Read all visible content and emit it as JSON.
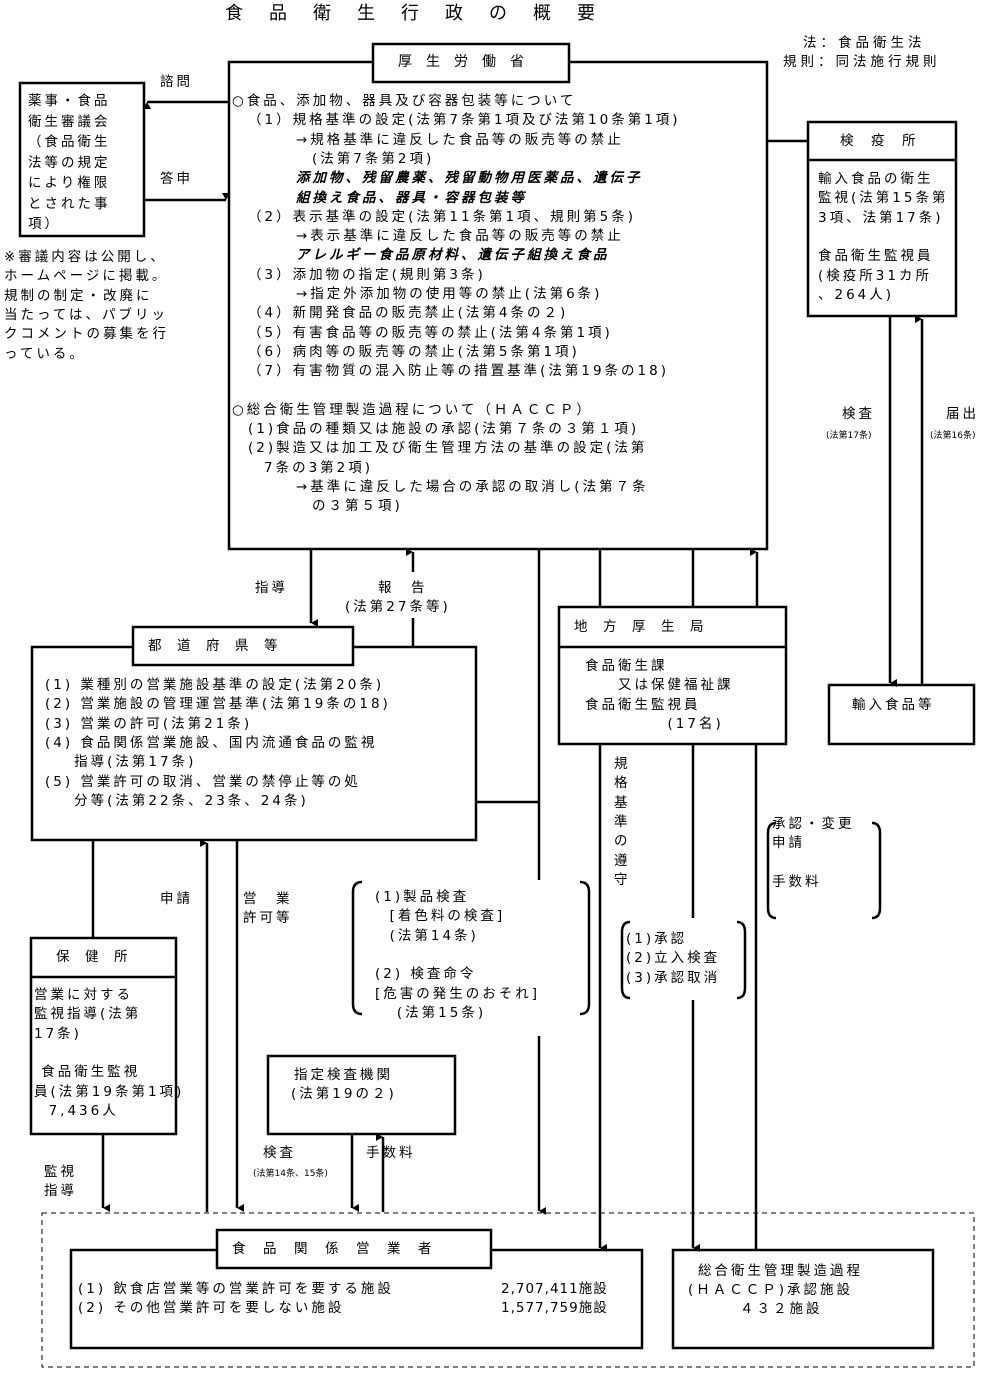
{
  "title": "食品衛生行政の概要",
  "legend": [
    "法：食品衛生法",
    "規則：同法施行規則"
  ],
  "mhlw": {
    "header": "厚生労働省",
    "lines": [
      {
        "text": "○食品、添加物、器具及び容器包装等について",
        "style": "normal",
        "indent": 0
      },
      {
        "text": "（1）規格基準の設定(法第7条第1項及び法第10条第1項)",
        "style": "normal",
        "indent": 1
      },
      {
        "text": "→規格基準に違反した食品等の販売等の禁止",
        "style": "normal",
        "indent": 4
      },
      {
        "text": "(法第7条第2項)",
        "style": "normal",
        "indent": 5
      },
      {
        "text": "添加物、残留農薬、残留動物用医薬品、遺伝子",
        "style": "italic",
        "indent": 4
      },
      {
        "text": "組換え食品、器具・容器包装等",
        "style": "italic",
        "indent": 4
      },
      {
        "text": "（2）表示基準の設定(法第11条第1項、規則第5条)",
        "style": "normal",
        "indent": 1
      },
      {
        "text": "→表示基準に違反した食品等の販売等の禁止",
        "style": "normal",
        "indent": 4
      },
      {
        "text": "アレルギー食品原材料、遺伝子組換え食品",
        "style": "italic",
        "indent": 4
      },
      {
        "text": "（3）添加物の指定(規則第3条)",
        "style": "normal",
        "indent": 1
      },
      {
        "text": "→指定外添加物の使用等の禁止(法第6条)",
        "style": "normal",
        "indent": 4
      },
      {
        "text": "（4）新開発食品の販売禁止(法第4条の２)",
        "style": "normal",
        "indent": 1
      },
      {
        "text": "（5）有害食品等の販売等の禁止(法第4条第1項)",
        "style": "normal",
        "indent": 1
      },
      {
        "text": "（6）病肉等の販売等の禁止(法第5条第1項)",
        "style": "normal",
        "indent": 1
      },
      {
        "text": "（7）有害物質の混入防止等の措置基準(法第19条の18)",
        "style": "normal",
        "indent": 1
      },
      {
        "text": "",
        "style": "normal",
        "indent": 0
      },
      {
        "text": "○総合衛生管理製造過程について（ＨＡＣＣＰ）",
        "style": "normal",
        "indent": 0
      },
      {
        "text": "(1)食品の種類又は施設の承認(法第７条の３第１項)",
        "style": "normal",
        "indent": 1
      },
      {
        "text": "(2)製造又は加工及び衛生管理方法の基準の設定(法第",
        "style": "normal",
        "indent": 1
      },
      {
        "text": "7条の3第2項)",
        "style": "normal",
        "indent": 2
      },
      {
        "text": "→基準に違反した場合の承認の取消し(法第７条",
        "style": "normal",
        "indent": 4
      },
      {
        "text": "の３第５項)",
        "style": "normal",
        "indent": 5
      }
    ]
  },
  "council": {
    "lines": [
      "薬事・食品",
      "衛生審議会",
      "（食品衛生",
      "法等の規定",
      "により権限",
      "とされた事",
      "項）"
    ],
    "note": [
      "※審議内容は公開し、",
      "ホームページに掲載。",
      "規制の制定・改廃に",
      "当たっては、パブリッ",
      "クコメントの募集を行",
      "っている。"
    ],
    "inquiry_label": "諮問",
    "report_label": "答申"
  },
  "quarantine": {
    "header": "検　疫　所",
    "lines": [
      "輸入食品の衛生",
      "監視(法第15条第",
      "3項、法第17条)",
      "",
      "食品衛生監視員",
      "(検疫所31カ所",
      "、264人)"
    ],
    "inspection_label": "検査",
    "inspection_sub": "(法第17条)",
    "notification_label": "届出",
    "notification_sub": "(法第16条)"
  },
  "imported_food": {
    "label": "輸入食品等"
  },
  "prefecture": {
    "header": "都　道　府　県　等",
    "lines": [
      "(1) 業種別の営業施設基準の設定(法第20条)",
      "(2) 営業施設の管理運営基準(法第19条の18)",
      "(3) 営業の許可(法第21条)",
      "(4) 食品関係営業施設、国内流通食品の監視",
      "    指導(法第17条)",
      "(5) 営業許可の取消、営業の禁停止等の処",
      "    分等(法第22条、23条、24条)"
    ],
    "guidance_label": "指導",
    "report_label": "報　告",
    "report_sub": "(法第27条等)"
  },
  "regional_bureau": {
    "header": "地　方　厚　生　局",
    "lines": [
      "食品衛生課",
      "　　又は保健福祉課",
      "食品衛生監視員",
      "　　　　　(17名)"
    ],
    "compliance_label": "規格基準の遵守",
    "approval_bracket": [
      "(1)承認",
      "(2)立入検査",
      "(3)承認取消"
    ],
    "application_bracket": [
      "承認・変更",
      "申請",
      "",
      "手数料"
    ]
  },
  "health_center": {
    "header": "保　健　所",
    "lines": [
      "営業に対する",
      "監視指導(法第",
      "17条)",
      "",
      " 食品衛生監視",
      "員(法第19条第1項)",
      "  7,436人"
    ],
    "monitor_label": [
      "監視",
      "指導"
    ]
  },
  "permits": {
    "application_label": "申請",
    "permit_label": [
      "営　業",
      "許可等"
    ]
  },
  "inspection_bracket": [
    "(1)製品検査",
    "  [着色料の検査]",
    "  (法第14条)",
    "",
    "(2) 検査命令",
    "[危害の発生のおそれ]",
    "   (法第15条)"
  ],
  "designated_agency": {
    "lines": [
      "指定検査機関",
      "(法第19の２)"
    ],
    "inspection_label": "検査",
    "inspection_sub": "(法第14条、15条)",
    "fee_label": "手数料"
  },
  "business": {
    "header": "食　品　関　係　営　業　者",
    "rows": [
      {
        "label": "(1) 飲食店営業等の営業許可を要する施設",
        "value": "2,707,411施設"
      },
      {
        "label": "(2) その他営業許可を要しない施設",
        "value": "1,577,759施設"
      }
    ]
  },
  "haccp_facilities": {
    "lines": [
      "総合衛生管理製造過程",
      "(ＨＡＣＣＰ)承認施設",
      "４３２施設"
    ]
  }
}
